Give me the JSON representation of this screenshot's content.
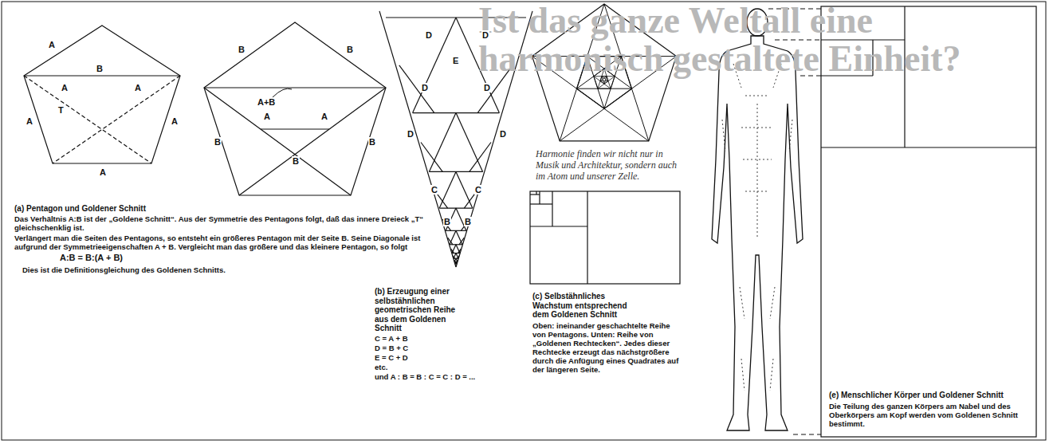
{
  "diagram": {
    "title": "Ist das ganze Weltall eine harmonisch gestaltete Einheit?",
    "labels": [
      "A",
      "B",
      "A",
      "A",
      "T",
      "A",
      "A",
      "A",
      "B",
      "B",
      "B",
      "B",
      "A+B",
      "A",
      "A",
      "B",
      "(a) Pentagon und Goldener Schnitt",
      "Das Verhältnis A:B ist der „Goldene Schnitt“. Aus der Symmetrie des Pentagons folgt, daß das innere Dreieck „T“ gleichschenklig ist.",
      "Verlängert man die Seiten des Pentagons, so entsteht ein größeres Pentagon mit der Seite B. Seine Diagonale ist aufgrund der Symmetrieeigenschaften A + B. Vergleicht man das größere und das kleinere Pentagon, so folgt",
      "A:B = B:(A + B)",
      "Dies ist die Definitionsgleichung des Goldenen Schnitts.",
      "D",
      "D",
      "E",
      "D",
      "D",
      "D",
      "D",
      "C",
      "C",
      "B",
      "B",
      "(b) Erzeugung einer selbstähnlichen geometrischen Reihe aus dem Goldenen Schnitt",
      "C = A + B",
      "D = B + C",
      "E = C + D",
      "etc.",
      "und A : B = B : C = C : D = ...",
      "Harmonie finden wir nicht nur in Musik und Architektur, sondern auch im Atom und unserer Zelle.",
      "(c) Selbstähnliches Wachstum entsprechend dem Goldenen Schnitt",
      "Oben: ineinander geschachtelte Reihe von Pentagons. Unten: Reihe von „Goldenen Rechtecken“. Jedes dieser Rechtecke erzeugt das nächstgrößere durch die Anfügung eines Quadrates auf der längeren Seite.",
      "(e) Menschlicher Körper und Goldener Schnitt",
      "Die Teilung des ganzen Körpers am Nabel und des Oberkörpers am Kopf werden vom Goldenen Schnitt bestimmt."
    ]
  }
}
